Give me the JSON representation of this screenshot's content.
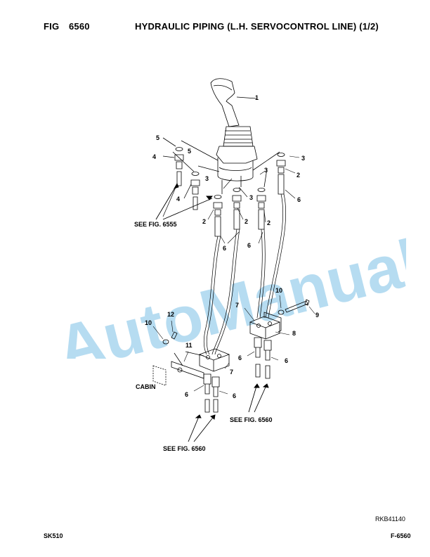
{
  "header": {
    "fig_label": "FIG",
    "fig_number": "6560",
    "title": "HYDRAULIC PIPING (L.H. SERVOCONTROL LINE) (1/2)"
  },
  "watermark": {
    "text": "AutoManual",
    "color": "#a9d6ee"
  },
  "callouts": {
    "c1": "1",
    "c2a": "2",
    "c2b": "2",
    "c2c": "2",
    "c2d": "2",
    "c3a": "3",
    "c3b": "3",
    "c3c": "3",
    "c3d": "3",
    "c4a": "4",
    "c4b": "4",
    "c5a": "5",
    "c5b": "5",
    "c6a": "6",
    "c6b": "6",
    "c6c": "6",
    "c6d": "6",
    "c6e": "6",
    "c6f": "6",
    "c6g": "6",
    "c7a": "7",
    "c7b": "7",
    "c8": "8",
    "c9": "9",
    "c10a": "10",
    "c10b": "10",
    "c11": "11",
    "c12": "12"
  },
  "references": {
    "see_6555": "SEE FIG. 6555",
    "see_6560_right": "SEE FIG. 6560",
    "see_6560_bottom": "SEE FIG. 6560",
    "cabin": "CABIN"
  },
  "footer": {
    "ref_code": "RKB41140",
    "model": "SK510",
    "page_code": "F-6560"
  }
}
